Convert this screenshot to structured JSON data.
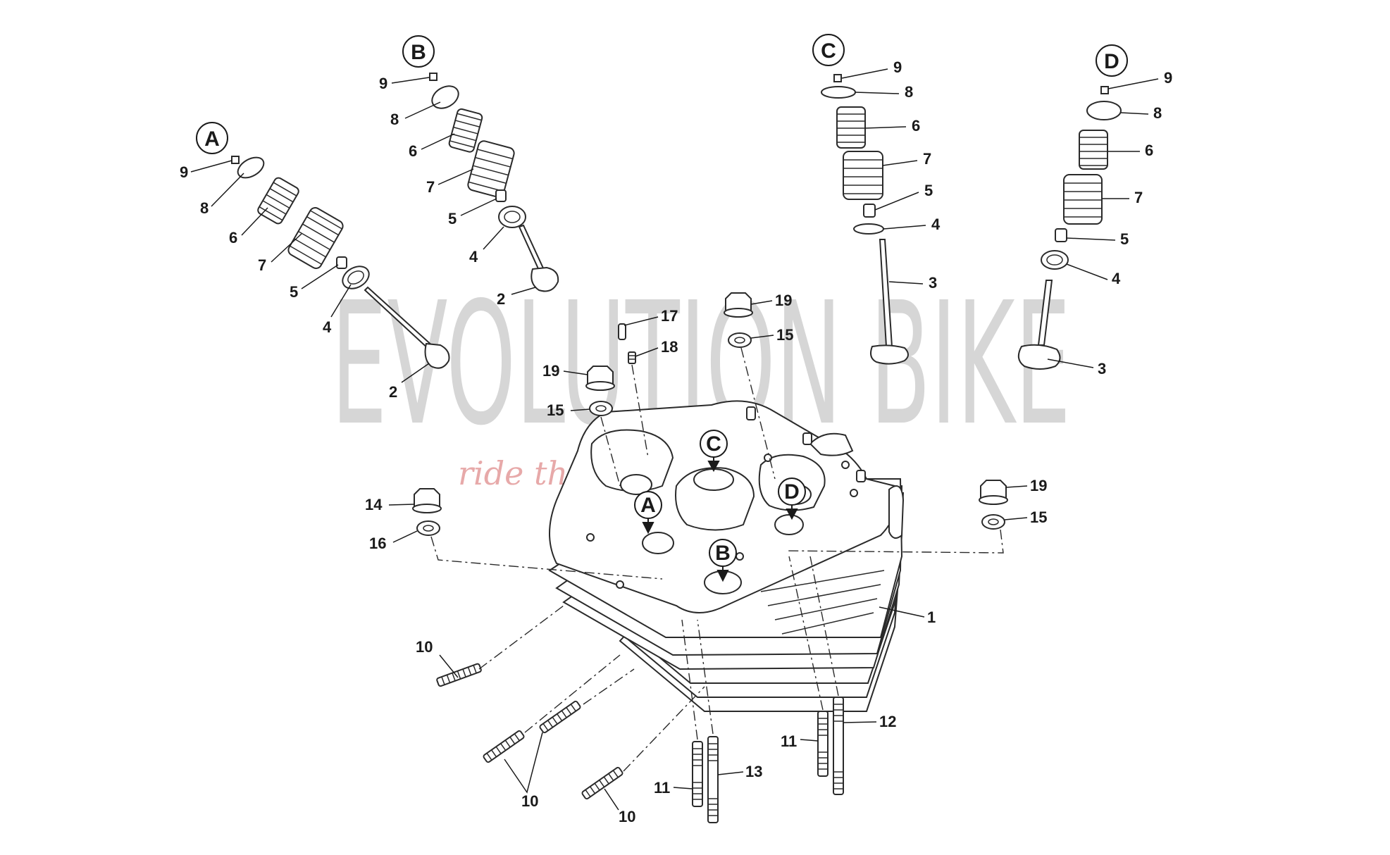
{
  "watermark": {
    "brand": "EVOLUTION BIKE",
    "tagline": "ride the ..."
  },
  "assemblies": [
    {
      "id": "A",
      "letter": "A"
    },
    {
      "id": "B",
      "letter": "B"
    },
    {
      "id": "C",
      "letter": "C"
    },
    {
      "id": "D",
      "letter": "D"
    }
  ],
  "head_markers": [
    "A",
    "B",
    "C",
    "D"
  ],
  "callouts": {
    "a9": "9",
    "a8": "8",
    "a6": "6",
    "a7": "7",
    "a5": "5",
    "a4": "4",
    "a2": "2",
    "b9": "9",
    "b8": "8",
    "b6": "6",
    "b7": "7",
    "b5": "5",
    "b4": "4",
    "b2": "2",
    "c9": "9",
    "c8": "8",
    "c6": "6",
    "c7": "7",
    "c5": "5",
    "c4": "4",
    "c3": "3",
    "d9": "9",
    "d8": "8",
    "d6": "6",
    "d7": "7",
    "d5": "5",
    "d4": "4",
    "d3": "3",
    "h17": "17",
    "h18": "18",
    "h19a": "19",
    "h15a": "15",
    "h19b": "19",
    "h15b": "15",
    "h19c": "19",
    "h15c": "15",
    "h14": "14",
    "h16": "16",
    "h1": "1",
    "h10a": "10",
    "h10b": "10",
    "h10c": "10",
    "h11a": "11",
    "h13": "13",
    "h11b": "11",
    "h12": "12"
  },
  "colors": {
    "line": "#2a2a2a",
    "watermark": "#d6d6d6",
    "tagline": "#e7a9a9"
  }
}
